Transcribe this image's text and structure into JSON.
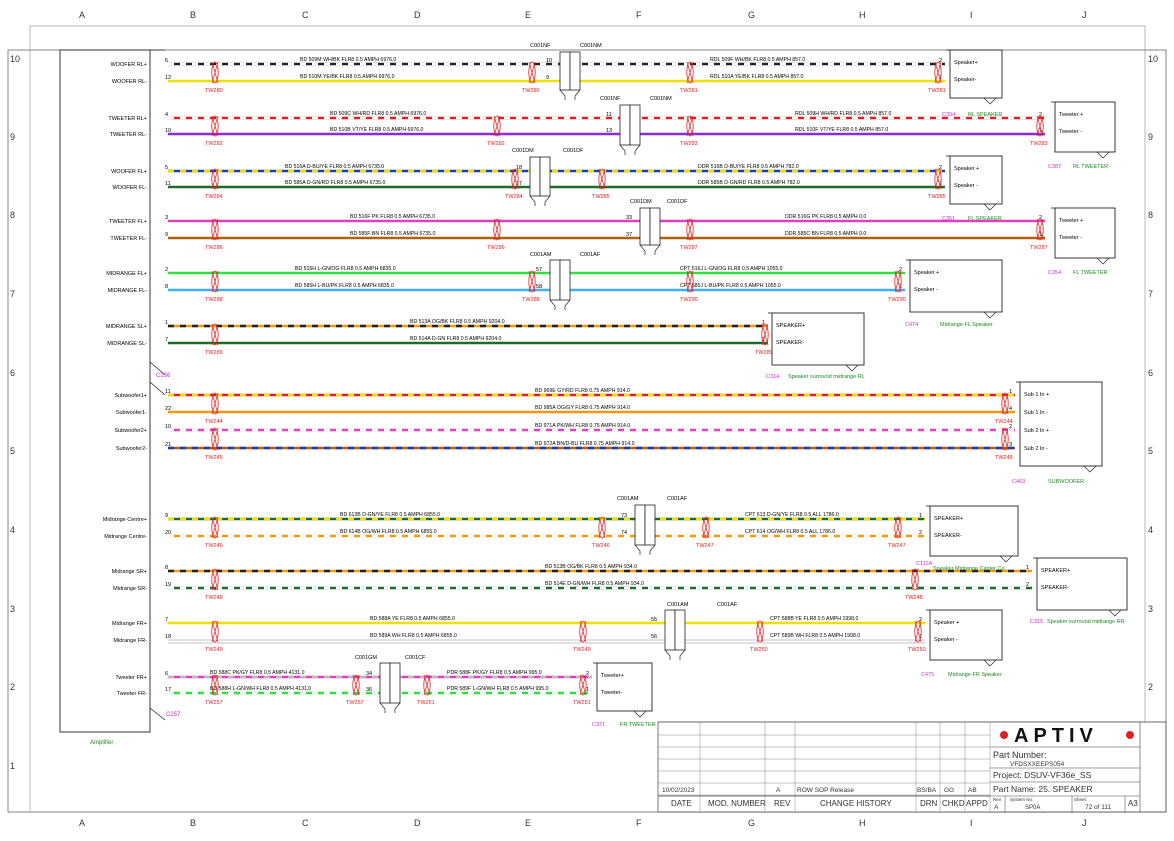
{
  "grid": {
    "columns": [
      "A",
      "B",
      "C",
      "D",
      "E",
      "F",
      "G",
      "H",
      "I",
      "J"
    ],
    "rows": [
      "10",
      "9",
      "8",
      "7",
      "6",
      "5",
      "4",
      "3",
      "2",
      "1"
    ]
  },
  "amplifier": {
    "label": "Amplifier",
    "connector_top": "C256",
    "connector_bottom": "C257"
  },
  "circuits": [
    {
      "id": "woofer-rl-plus",
      "pin_label": "WOOFER RL+",
      "pin": "6",
      "dash": true,
      "colors": [
        "#222222",
        "#ffffff"
      ],
      "main_label": "BD 509M WH/BK FLR8 0.5 AMPH 6976.0",
      "inline1": {
        "left": "10",
        "right": "10"
      },
      "far_label": "RDL 509F WH/BK FLR8 0.5 AMPH 857.0",
      "far_pin": "2",
      "tw": [
        "TW280",
        "TW280",
        "TW281",
        "TW281"
      ]
    },
    {
      "id": "woofer-rl-minus",
      "pin_label": "WOOFER RL-",
      "pin": "12",
      "colors": [
        "#f0e000"
      ],
      "main_label": "BD 510M YE/BK FLR8 0.5 AMPH 6976.0",
      "inline1": {
        "left": "9",
        "right": "9"
      },
      "far_label": "RDL 510A YE/BK FLR8 0.5 AMPH 857.0",
      "far_pin": "1"
    },
    {
      "id": "tweeter-rl-plus",
      "pin_label": "TWEETER RL+",
      "pin": "4",
      "dash": true,
      "colors": [
        "#e02020",
        "#ffffff"
      ],
      "main_label": "BD 509C WH/RD FLR8 0.5 AMPH 6976.0",
      "inline1": {
        "left": "11",
        "right": "11"
      },
      "far_label": "RDL 509H WH/RD FLR8 0.5 AMPH 857.0",
      "far_pin": "2",
      "tw": [
        "TW282",
        "TW282",
        "TW283",
        "TW283"
      ]
    },
    {
      "id": "tweeter-rl-minus",
      "pin_label": "TWEETER RL-",
      "pin": "10",
      "colors": [
        "#8a2be2"
      ],
      "main_label": "BD 510B VT/YE FLR8 0.5 AMPH 6976.0",
      "inline1": {
        "left": "13",
        "right": "13"
      },
      "far_label": "RDL 510F VT/YE FLR8 0.5 AMPH 857.0",
      "far_pin": "1"
    },
    {
      "id": "woofer-fl-plus",
      "pin_label": "WOOFER FL+",
      "pin": "5",
      "colors": [
        "#1a3fb0",
        "#f0e000"
      ],
      "main_label": "BD 516A D-BU/YE FLR8 0.5 AMPH 6735.0",
      "inline1": {
        "left": "18",
        "right": "18"
      },
      "far_label": "DDR 516B D-BU/YE FLR8 0.5 AMPH 782.0",
      "far_pin": "2",
      "tw": [
        "TW284",
        "TW284",
        "TW285",
        "TW285"
      ]
    },
    {
      "id": "woofer-fl-minus",
      "pin_label": "WOOFER FL-",
      "pin": "11",
      "colors": [
        "#1f6b2a"
      ],
      "main_label": "BD 585A D-GN/RD FLR8 0.5 AMPH 6735.0",
      "inline1": {
        "left": "17",
        "right": "17"
      },
      "far_label": "DDR 585B D-GN/RD FLR8 0.5 AMPH 782.0",
      "far_pin": "1"
    },
    {
      "id": "tweeter-fl-plus",
      "pin_label": "TWEETER FL+",
      "pin": "3",
      "colors": [
        "#e040c0"
      ],
      "main_label": "BD 516F PK FLR8 0.5 AMPH 6735.0",
      "inline1": {
        "left": "33",
        "right": "33"
      },
      "far_label": "DDR 516G PK FLR8 0.5 AMPH 0.0",
      "far_pin": "2",
      "tw": [
        "TW286",
        "TW286",
        "TW287",
        "TW287"
      ]
    },
    {
      "id": "tweeter-fl-minus",
      "pin_label": "TWEETER FL-",
      "pin": "9",
      "colors": [
        "#b06010"
      ],
      "main_label": "BD 585F BN FLR8 0.5 AMPH 6735.0",
      "inline1": {
        "left": "37",
        "right": "37"
      },
      "far_label": "DDR 585C BN FLR8 0.5 AMPH 0.0",
      "far_pin": "1"
    },
    {
      "id": "midrange-fl-plus",
      "pin_label": "MIDRANGE FL+",
      "pin": "2",
      "colors": [
        "#30e040"
      ],
      "main_label": "BD 516H L-GN/OG FLR8 0.5 AMPH 6835.0",
      "inline1": {
        "left": "57",
        "right": "57"
      },
      "far_label": "CPT 516J L-GN/OG FLR8 0.5 AMPH 1055.0",
      "far_pin": "2",
      "tw": [
        "TW288",
        "TW288",
        "TW290",
        "TW290"
      ]
    },
    {
      "id": "midrange-fl-minus",
      "pin_label": "MIDRANGE FL-",
      "pin": "8",
      "colors": [
        "#40b0f0"
      ],
      "main_label": "BD 585H L-BU/PK FLR8 0.5 AMPH 6835.0",
      "inline1": {
        "left": "58",
        "right": "58"
      },
      "far_label": "CPT 585J L-BU/PK FLR8 0.5 AMPH 1055.0",
      "far_pin": "1"
    },
    {
      "id": "midrange-sl-plus",
      "pin_label": "MIDRANGE SL+",
      "pin": "1",
      "colors": [
        "#f09a10",
        "#222222"
      ],
      "main_label": "BD 513A OG/BK FLR8 0.5 AMPH 9204.0",
      "far_pin": "1",
      "tw": [
        "TW289",
        "TW289"
      ]
    },
    {
      "id": "midrange-sl-minus",
      "pin_label": "MIDRANGE SL-",
      "pin": "7",
      "colors": [
        "#1f6b2a"
      ],
      "main_label": "BD 514A D-GN FLR8 0.5 AMPH 9204.0",
      "far_pin": "2"
    },
    {
      "id": "subwoofer1-plus",
      "pin_label": "Subwoofer1+",
      "pin": "11",
      "colors": [
        "#e02020",
        "#f0e000"
      ],
      "main_label": "BD 969E GY/RD FLR8 0.75 AMPH 914.0",
      "far_pin": "1",
      "tw": [
        "TW244",
        "TW244"
      ]
    },
    {
      "id": "subwoofer1-minus",
      "pin_label": "Subwoofer1-",
      "pin": "22",
      "colors": [
        "#f09a10"
      ],
      "main_label": "BD 985A OG/GY FLR8 0.75 AMPH 914.0",
      "far_pin": "4"
    },
    {
      "id": "subwoofer2-plus",
      "pin_label": "Subwoofer2+",
      "pin": "10",
      "colors": [
        "#e040c0",
        "#ffffff"
      ],
      "main_label": "BD 971A PK/WH FLR8 0.75 AMPH 914.0",
      "far_pin": "2",
      "tw": [
        "TW245",
        "TW245"
      ]
    },
    {
      "id": "subwoofer2-minus",
      "pin_label": "Subwoofer2-",
      "pin": "21",
      "colors": [
        "#b06010",
        "#1a3fb0"
      ],
      "main_label": "BD 972A BN/D-BU FLR8 0.75 AMPH 914.0",
      "far_pin": "3"
    },
    {
      "id": "midrange-centre-plus",
      "pin_label": "Midrange Centre+",
      "pin": "9",
      "colors": [
        "#1f6b2a",
        "#f0e000"
      ],
      "main_label": "BD 613B D-GN/YE FLR8 0.5 AMPH 6855.0",
      "inline1": {
        "left": "73",
        "right": "73"
      },
      "far_label": "CPT 613 D-GN/YE FLR8 0.5 ALL 1786.0",
      "far_pin": "1",
      "tw": [
        "TW246",
        "TW246",
        "TW247",
        "TW247"
      ]
    },
    {
      "id": "midrange-centre-minus",
      "pin_label": "Midrange Centre-",
      "pin": "20",
      "colors": [
        "#f09a10",
        "#ffffff"
      ],
      "main_label": "BD 614B OG/WH FLR8 0.5 AMPH 6855.0",
      "inline1": {
        "left": "74",
        "right": "74"
      },
      "far_label": "CPT 614 OG/WH FLR8 0.5 ALL 1786.0",
      "far_pin": "2"
    },
    {
      "id": "midrange-sr-plus",
      "pin_label": "Midrange SR+",
      "pin": "8",
      "colors": [
        "#f09a10",
        "#222222"
      ],
      "main_label": "BD 513B OG/BK FLR8 0.5 AMPH 934.0",
      "far_pin": "1",
      "tw": [
        "TW248",
        "TW248"
      ]
    },
    {
      "id": "midrange-sr-minus",
      "pin_label": "Midrange SR-",
      "pin": "19",
      "colors": [
        "#1f6b2a",
        "#ffffff"
      ],
      "main_label": "BD 514E D-GN/WH FLR8 0.5 AMPH 934.0",
      "far_pin": "2"
    },
    {
      "id": "midrange-fr-plus",
      "pin_label": "Midrange FR+",
      "pin": "7",
      "colors": [
        "#f0e000"
      ],
      "main_label": "BD 588A YE FLR8 0.5 AMPH 6855.0",
      "inline1": {
        "left": "55",
        "right": "55"
      },
      "far_label": "CPT 588B YE FLR8 0.5 AMPH 1998.0",
      "far_pin": "2",
      "tw": [
        "TW249",
        "TW249",
        "TW250",
        "TW250"
      ]
    },
    {
      "id": "midrange-fr-minus",
      "pin_label": "Midrange FR-",
      "pin": "18",
      "colors": [
        "#ffffff"
      ],
      "main_label": "BD 589A WH FLR8 0.5 AMPH 6855.0",
      "inline1": {
        "left": "56",
        "right": "56"
      },
      "far_label": "CPT 589B WH FLR8 0.5 AMPH 1998.0",
      "far_pin": "1"
    },
    {
      "id": "tweeter-fr-plus",
      "pin_label": "Tweeter FR+",
      "pin": "6",
      "colors": [
        "#e040c0",
        "#bbbbbb"
      ],
      "main_label": "BD 588C PK/GY FLR8 0.5 AMPH 4131.0",
      "inline1": {
        "left": "34",
        "right": "34"
      },
      "far_label": "PDR 588F PK/GY FLR8 0.5 AMPH 995.0",
      "far_pin": "2",
      "tw": [
        "TW257",
        "TW257",
        "TW251",
        "TW251"
      ]
    },
    {
      "id": "tweeter-fr-minus",
      "pin_label": "Tweeter FR-",
      "pin": "17",
      "colors": [
        "#30e040",
        "#ffffff"
      ],
      "main_label": "BD 588H L-GN/WH FLR8 0.5 AMPH 4131.0",
      "inline1": {
        "left": "36",
        "right": "36"
      },
      "far_label": "PDR 589F L-GN/WH FLR8 0.5 AMPH 995.0",
      "far_pin": "1"
    }
  ],
  "inline_connectors": [
    {
      "id": "c001nf-nm-1",
      "left": "C001NF",
      "right": "C001NM"
    },
    {
      "id": "c001nf-nm-2",
      "left": "C001NF",
      "right": "C001NM"
    },
    {
      "id": "c001dm-df-1",
      "left": "C001DM",
      "right": "C001DF"
    },
    {
      "id": "c001dm-df-2",
      "left": "C001DM",
      "right": "C001DF"
    },
    {
      "id": "c001am-af-1",
      "left": "C001AM",
      "right": "C001AF"
    },
    {
      "id": "c001am-af-2",
      "left": "C001AM",
      "right": "C001AF"
    },
    {
      "id": "c001am-af-3",
      "left": "C001AM",
      "right": "C001AF"
    },
    {
      "id": "c001gm-cf",
      "left": "C001GM",
      "right": "C001CF"
    }
  ],
  "devices": [
    {
      "id": "rl-speaker",
      "conn": "C394",
      "name": "RL SPEAKER",
      "pins": [
        "Speaker+",
        "Speaker-"
      ]
    },
    {
      "id": "rl-tweeter",
      "conn": "C387",
      "name": "RL TWEETER",
      "pins": [
        "Tweeter +",
        "Tweeter -"
      ]
    },
    {
      "id": "fl-speaker",
      "conn": "C351",
      "name": "FL SPEAKER",
      "pins": [
        "Speaker +",
        "Speaker -"
      ]
    },
    {
      "id": "fl-tweeter",
      "conn": "C354",
      "name": "FL TWEETER",
      "pins": [
        "Tweeter +",
        "Tweeter -"
      ]
    },
    {
      "id": "midrange-fl-speaker",
      "conn": "C474",
      "name": "Midrange FL Speaker",
      "pins": [
        "Speaker +",
        "Speaker -"
      ]
    },
    {
      "id": "surround-rl",
      "conn": "C314",
      "name": "Speaker surround midrange RL",
      "pins": [
        "SPEAKER+",
        "SPEAKER-"
      ]
    },
    {
      "id": "subwoofer",
      "conn": "C463",
      "name": "SUBWOOFER",
      "pins": [
        "Sub 1 In +",
        "Sub 1 In -",
        "Sub 2 In +",
        "Sub 2 In -"
      ]
    },
    {
      "id": "midrange-center",
      "conn": "C112A",
      "name": "Speaker Midrange Center Co.",
      "pins": [
        "SPEAKER+",
        "SPEAKER-"
      ]
    },
    {
      "id": "surround-rr",
      "conn": "C315",
      "name": "Speaker surround midrange RR",
      "pins": [
        "SPEAKER+",
        "SPEAKER-"
      ]
    },
    {
      "id": "midrange-fr-speaker",
      "conn": "C475",
      "name": "Midrange FR Speaker",
      "pins": [
        "Speaker +",
        "Speaker -"
      ]
    },
    {
      "id": "fr-tweeter",
      "conn": "C371",
      "name": "FR TWEETER",
      "pins": [
        "Tweeter+",
        "Tweeter-"
      ]
    }
  ],
  "title_block": {
    "logo": "APTIV",
    "part_number_label": "Part Number:",
    "part_number": "VFDSXXEEPS054",
    "project": "Project: DSUV-VF36e_SS",
    "part_name": "Part Name: 25. SPEAKER",
    "rev_label": "Rev:",
    "rev": "A",
    "system_label": "System No:",
    "system": "SP0A",
    "sheet_label": "Sheet:",
    "sheet": "72 of 111",
    "size": "A3",
    "history_date": "10/02/2023",
    "history_rev": "A",
    "history_change": "ROW SOP Release",
    "history_drn": "BS/BA",
    "history_chkd": "GG",
    "history_appd": "AB",
    "headers": [
      "DATE",
      "MOD. NUMBER",
      "REV",
      "CHANGE HISTORY",
      "DRN",
      "CHKD",
      "APPD"
    ]
  },
  "colors": {
    "frame": "#222222",
    "tw_marker": "#e02020",
    "conn_label": "#d030d0",
    "device_name": "#1a8a1a"
  }
}
